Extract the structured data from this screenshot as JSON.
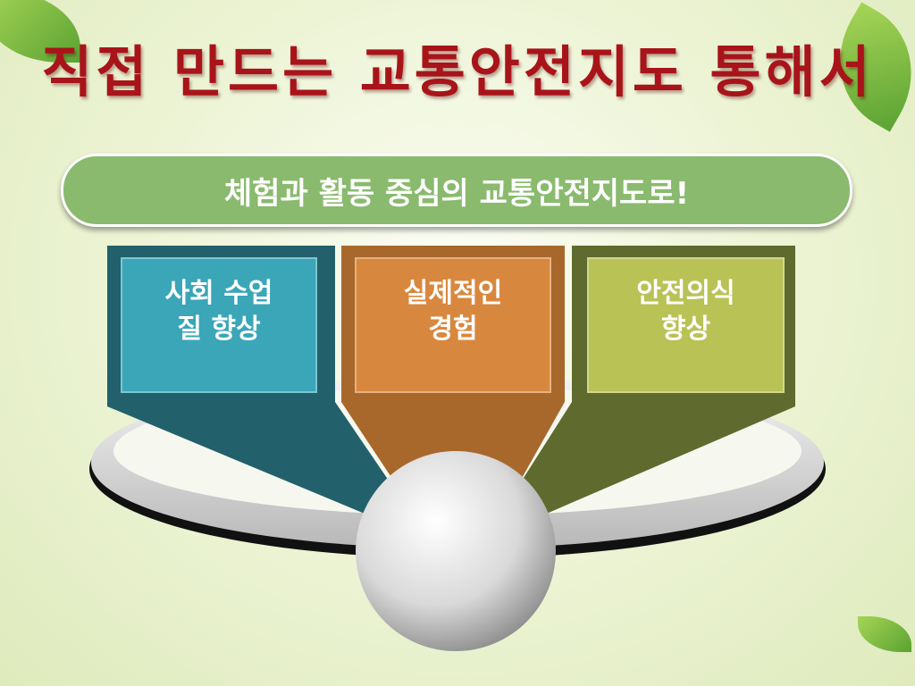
{
  "title": "직접 만드는 교통안전지도 통해서",
  "subtitle": "체험과 활동 중심의 교통안전지도로!",
  "boxes": [
    {
      "label": "사회 수업\n질 향상",
      "color": "#3aa6b8",
      "frame": "#22606c"
    },
    {
      "label": "실제적인\n경험",
      "color": "#d8883e",
      "frame": "#a8682c"
    },
    {
      "label": "안전의식\n향상",
      "color": "#b9c255",
      "frame": "#5f6a2e"
    }
  ]
}
